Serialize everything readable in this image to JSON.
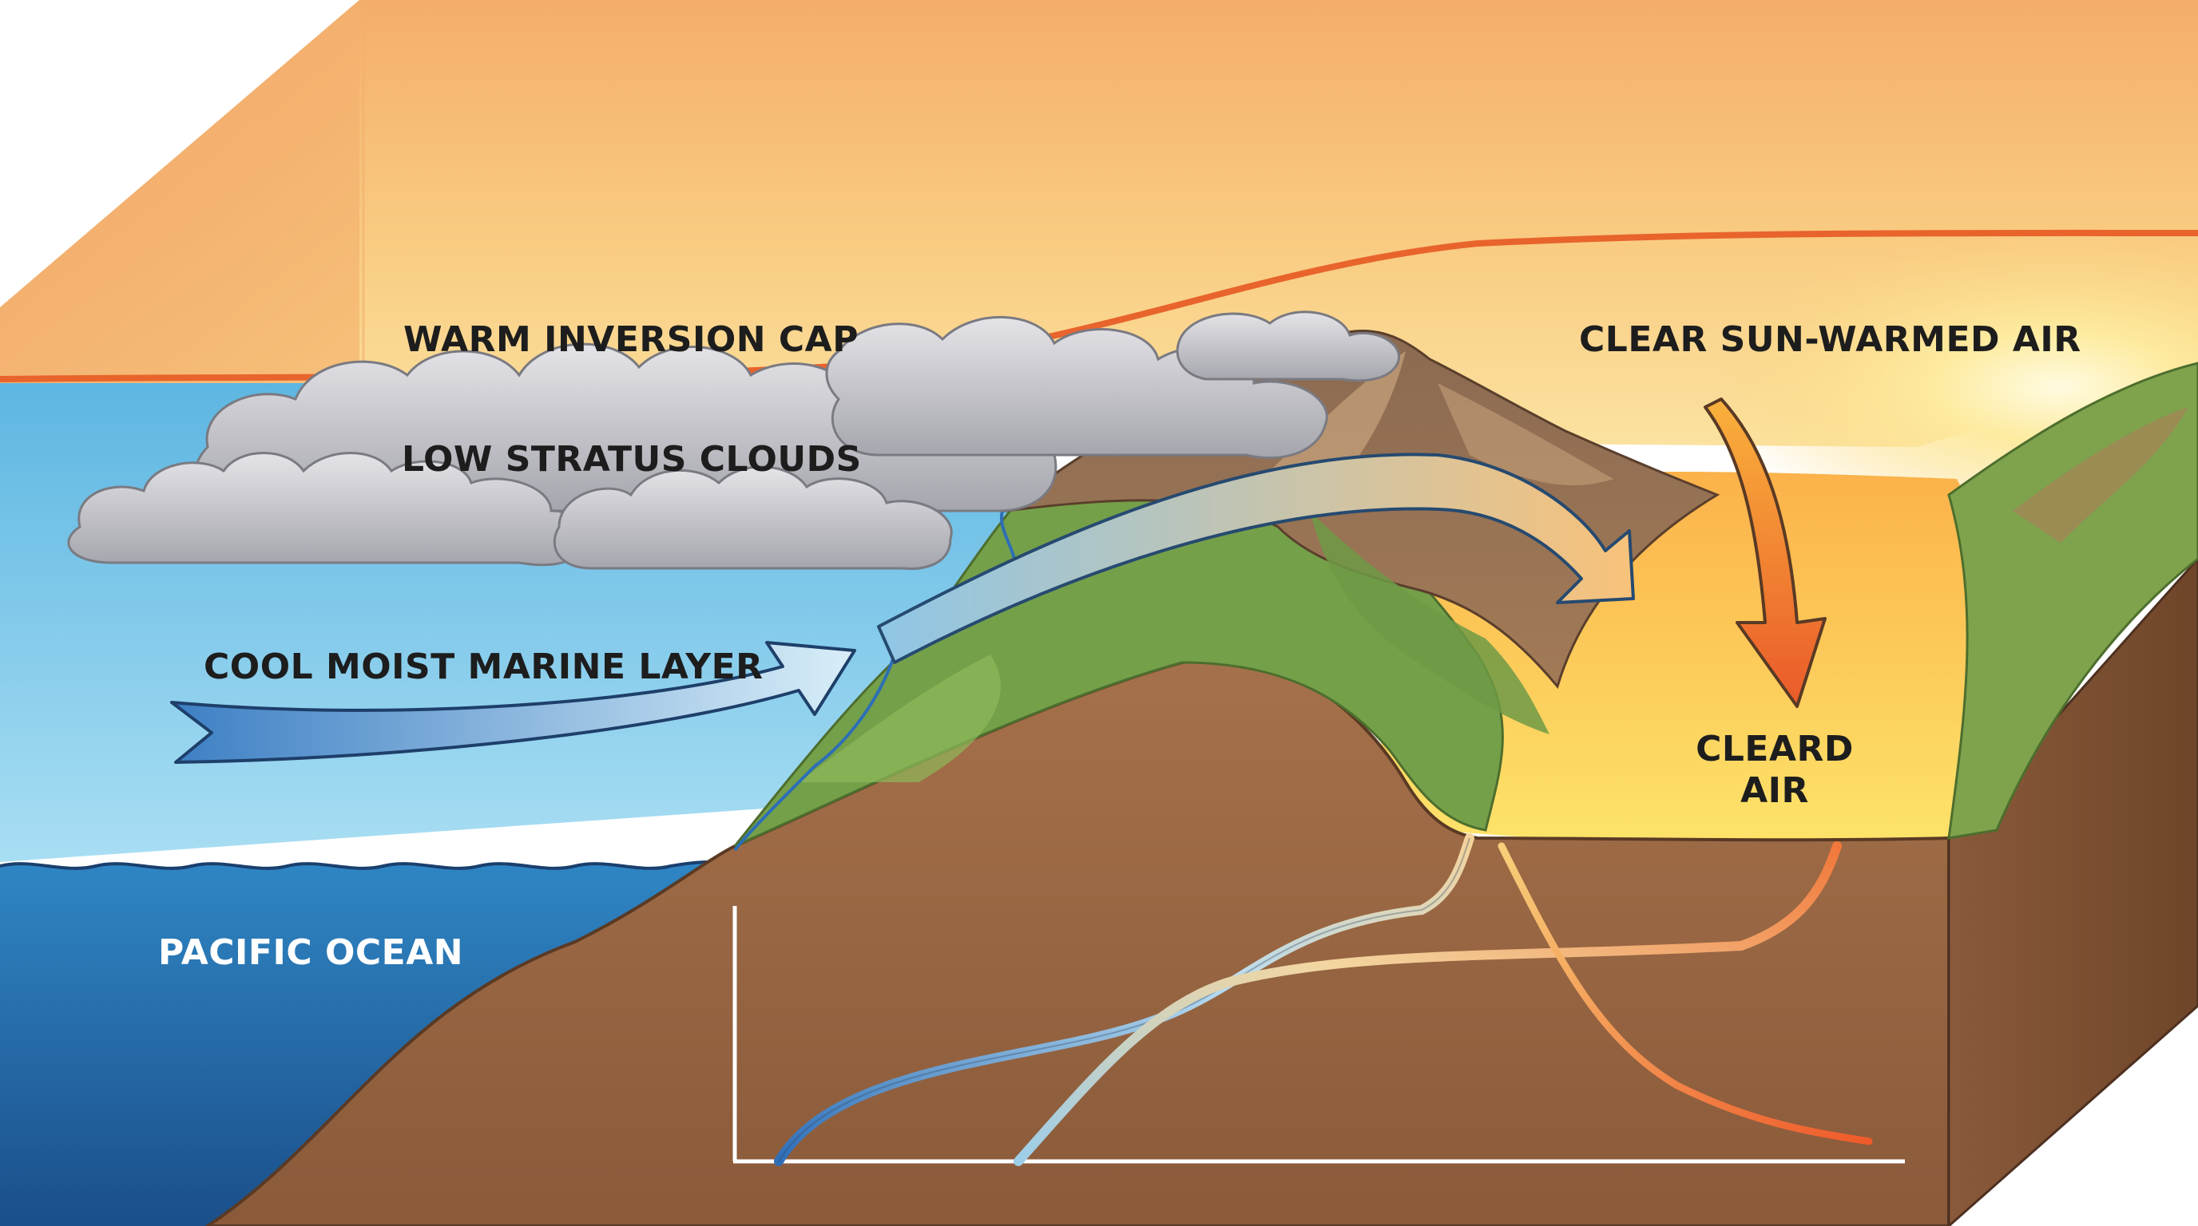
{
  "diagram": {
    "labels": {
      "inversion": "WARM INVERSION CAP",
      "clouds": "LOW STRATUS CLOUDS",
      "marine": "COOL MOIST MARINE LAYER",
      "ocean": "PACIFIC OCEAN",
      "clear_air": "CLEAR SUN-WARMED AIR",
      "cleared_line1": "CLEARD",
      "cleared_line2": "AIR"
    },
    "colors": {
      "sky_warm": "#f6b26b",
      "sky_pale": "#fde7a6",
      "inversion_line": "#e8642c",
      "ocean_light": "#8fd0ec",
      "ocean_deep": "#1d5a98",
      "earth": "#9a6a47",
      "vegetation": "#6f9a45",
      "arrow_cool": "#3f82c6",
      "arrow_warm": "#f07a2a"
    },
    "icons": [
      "cloud-icon",
      "warm-arrow-down-icon",
      "cool-flow-arrow-icon"
    ]
  }
}
